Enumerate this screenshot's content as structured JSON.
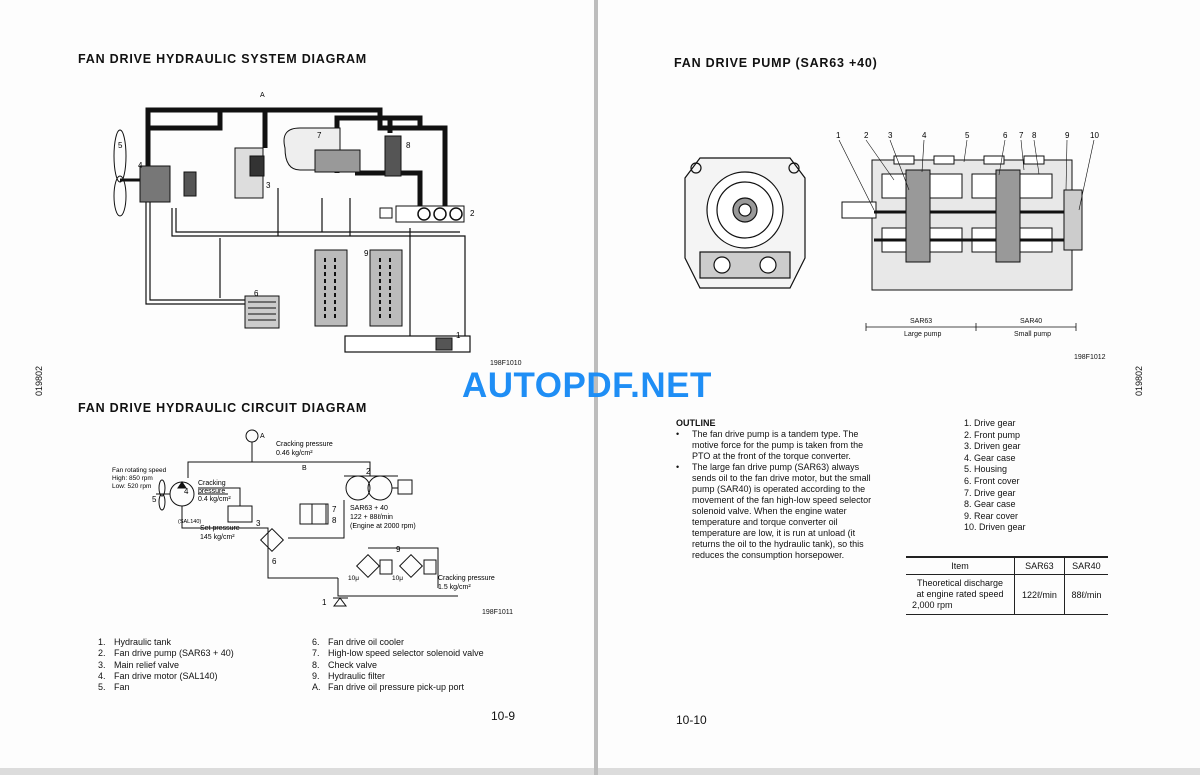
{
  "left_page": {
    "title_system": "FAN DRIVE HYDRAULIC SYSTEM DIAGRAM",
    "title_circuit": "FAN DRIVE HYDRAULIC CIRCUIT DIAGRAM",
    "side_code": "019802",
    "fig_system": "198F1010",
    "fig_circuit": "198F1011",
    "system_labels": {
      "a": "A",
      "n1": "1",
      "n2": "2",
      "n3": "3",
      "n4": "4",
      "n5": "5",
      "n6": "6",
      "n7": "7",
      "n8": "8",
      "n9": "9"
    },
    "circuit_labels": {
      "a": "A",
      "crack_a_1": "Cracking pressure",
      "crack_a_2": "0.46 kg/cm²",
      "fan_speed_1": "Fan rotating speed",
      "fan_speed_2": "High:  850 rpm",
      "fan_speed_3": "Low:   520 rpm",
      "crack_b_1": "Cracking",
      "crack_b_2": "pressure",
      "crack_b_3": "0.4 kg/cm²",
      "set_1": "Set pressure",
      "set_2": "145 kg/cm²",
      "pump_1": "SAR63 + 40",
      "pump_2": "122 + 88ℓ/min",
      "pump_3": "(Engine at 2000 rpm)",
      "crack_c_1": "Cracking pressure",
      "crack_c_2": "1.5 kg/cm²",
      "motor": "(SAL140)",
      "filter_1": "10μ",
      "filter_2": "10μ",
      "n1": "1",
      "n2": "2",
      "n3": "3",
      "n4": "4",
      "n5": "5",
      "n6": "6",
      "n7": "7",
      "n8": "8",
      "n9": "9",
      "nb": "B"
    },
    "legend_col1": [
      {
        "num": "1.",
        "text": "Hydraulic tank"
      },
      {
        "num": "2.",
        "text": "Fan drive pump (SAR63 + 40)"
      },
      {
        "num": "3.",
        "text": "Main relief valve"
      },
      {
        "num": "4.",
        "text": "Fan drive motor (SAL140)"
      },
      {
        "num": "5.",
        "text": "Fan"
      }
    ],
    "legend_col2": [
      {
        "num": "6.",
        "text": "Fan drive oil cooler"
      },
      {
        "num": "7.",
        "text": "High-low speed selector solenoid valve"
      },
      {
        "num": "8.",
        "text": "Check valve"
      },
      {
        "num": "9.",
        "text": "Hydraulic filter"
      },
      {
        "num": "A.",
        "text": "Fan drive oil pressure pick-up port"
      }
    ],
    "page_number": "10-9"
  },
  "right_page": {
    "title": "FAN DRIVE PUMP (SAR63 +40)",
    "side_code": "019802",
    "fig": "198F1012",
    "callouts": [
      "1",
      "2",
      "3",
      "4",
      "5",
      "6",
      "7",
      "8",
      "9",
      "10"
    ],
    "dim_large_1": "SAR63",
    "dim_large_2": "Large pump",
    "dim_small_1": "SAR40",
    "dim_small_2": "Small pump",
    "outline_heading": "OUTLINE",
    "bullet_1": "The fan drive pump is a tandem type. The motive force for the pump is taken from the PTO at the front of the torque converter.",
    "bullet_2": "The large fan drive pump (SAR63) always sends oil to the fan drive motor, but the small pump (SAR40) is operated according to the movement of the fan high-low speed selector solenoid valve. When the engine water temperature and torque converter oil temperature are low, it is run at unload (it returns the oil to the hydraulic tank), so this reduces the consumption horsepower.",
    "parts": [
      "1. Drive gear",
      "2. Front pump",
      "3. Driven gear",
      "4. Gear case",
      "5. Housing",
      "6. Front cover",
      "7. Drive gear",
      "8. Gear case",
      "9. Rear cover",
      "10. Driven gear"
    ],
    "table": {
      "headers": [
        "Item",
        "SAR63",
        "SAR40"
      ],
      "row_item_1": "Theoretical discharge",
      "row_item_2": "at engine rated speed",
      "row_item_3": "2,000 rpm",
      "row_v1": "122ℓ/min",
      "row_v2": "88ℓ/min"
    },
    "page_number": "10-10"
  },
  "watermark": "AUTOPDF.NET"
}
